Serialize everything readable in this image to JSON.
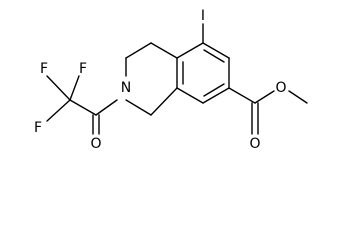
{
  "molecule": {
    "atoms": {
      "iodine": "I",
      "nitrogen": "N",
      "fluorine_1": "F",
      "fluorine_2": "F",
      "fluorine_3": "F",
      "oxygen_amide": "O",
      "oxygen_ester_carbonyl": "O",
      "oxygen_ester_ether": "O"
    }
  }
}
